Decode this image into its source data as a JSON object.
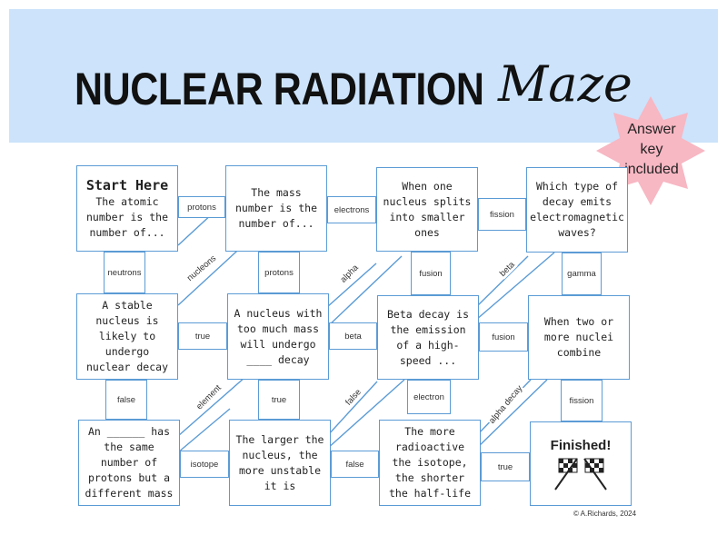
{
  "header": {
    "title": "NUCLEAR RADIATION",
    "title_script": "Maze",
    "badge_line1": "Answer",
    "badge_line2": "key",
    "badge_line3": "included"
  },
  "boxes": {
    "start_heading": "Start Here",
    "start_text": "The atomic number is the number of...",
    "mass_number": "The mass number is the number of...",
    "nucleus_splits": "When one nucleus splits into smaller ones",
    "decay_emits": "Which type of decay emits electromagnetic waves?",
    "stable_nucleus": "A stable nucleus is likely to undergo nuclear decay",
    "too_much_mass": "A nucleus with too much mass will undergo ____ decay",
    "beta_decay": "Beta decay is the emission of a high-speed ...",
    "two_nuclei": "When two or more nuclei combine",
    "same_protons": "An ______ has the same number of protons but a different mass",
    "larger_nucleus": "The larger the nucleus, the more unstable it is",
    "more_radioactive": "The more radioactive the isotope, the shorter the half-life",
    "finished": "Finished!"
  },
  "connectors": {
    "protons_1": "protons",
    "electrons": "electrons",
    "fission_1": "fission",
    "neutrons": "neutrons",
    "protons_2": "protons",
    "fusion_1": "fusion",
    "gamma": "gamma",
    "true_1": "true",
    "beta": "beta",
    "fusion_2": "fusion",
    "false_1": "false",
    "true_2": "true",
    "electron": "electron",
    "fission_2": "fission",
    "isotope": "isotope",
    "false_2": "false",
    "true_3": "true"
  },
  "diagonals": {
    "nucleons": "nucleons",
    "alpha": "alpha",
    "beta": "beta",
    "element": "element",
    "false": "false",
    "alpha_decay": "alpha decay"
  },
  "footer": {
    "copyright": "© A.Richards, 2024"
  },
  "colors": {
    "banner": "#cce3fb",
    "box_border": "#5b9bd5",
    "badge": "#f7b7c3"
  }
}
